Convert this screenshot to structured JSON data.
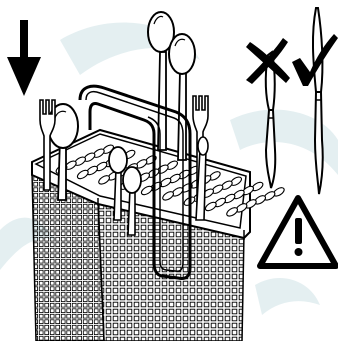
{
  "illustration": {
    "subject": "cutlery-basket-loading-instruction",
    "colors": {
      "line": "#000000",
      "fill": "#ffffff",
      "watermark": "#e4eff1"
    },
    "icons": {
      "direction": "arrow-down-icon",
      "not_allowed": "cross-mark-icon",
      "allowed": "check-mark-icon",
      "caution": "warning-triangle-icon"
    },
    "basket": {
      "hole_rows": 6,
      "hole_columns": 9
    }
  }
}
